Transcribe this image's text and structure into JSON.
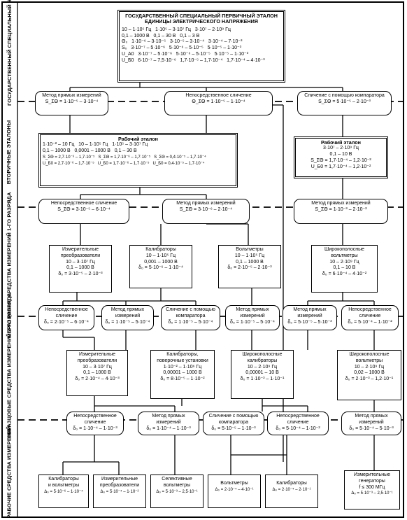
{
  "bands": [
    {
      "label": "ГОСУДАРСТВЕННЫЙ СПЕЦИАЛЬНЫЙ ЭТАЛОН"
    },
    {
      "label": "ВТОРИЧНЫЕ ЭТАЛОНЫ"
    },
    {
      "label": "ОБРАЗЦОВЫЕ СРЕДСТВА ИЗМЕРЕНИЙ 1-го РАЗРЯДА"
    },
    {
      "label": "ОБРАЗЦОВЫЕ СРЕДСТВА ИЗМЕРЕНИЙ 2-го РАЗРЯДА"
    },
    {
      "label": "РАБОЧИЕ СРЕДСТВА ИЗМЕРЕНИЙ"
    }
  ],
  "primary": {
    "title1": "ГОСУДАРСТВЕННЫЙ СПЕЦИАЛЬНЫЙ ПЕРВИЧНЫЙ ЭТАЛОН",
    "title2": "ЕДИНИЦЫ ЭЛЕКТРИЧЕСКОГО НАПРЯЖЕНИЯ",
    "rows": [
      "10 – 1·10⁵ Гц   1·10⁵ – 3·10⁷ Гц   3·10⁷ – 2·10⁹ Гц",
      "0,1 – 1000 В   0,1 – 30 В   0,1 – 3 В",
      "Θ₀   1·10⁻⁶ – 3·10⁻⁵   3·10⁻⁵ – 3·10⁻⁴   3·10⁻⁴ – 7·10⁻³",
      "S₀   3·10⁻⁷ – 5·10⁻⁶   5·10⁻⁶ – 5·10⁻⁵   5·10⁻⁵ – 1·10⁻³",
      "U_A0   3·10⁻⁷ – 5·10⁻⁶   5·10⁻⁶ – 5·10⁻⁵   5·10⁻⁵ – 1·10⁻³",
      "U_Б0   6·10⁻⁷ – 7,5·10⁻⁶   1,7·10⁻⁵ – 1,7·10⁻⁴   1,7·10⁻⁴ – 4·10⁻³"
    ]
  },
  "nodes": {
    "m1": {
      "title": "Метод прямых измерений",
      "value": "S_ΣΘ = 1·10⁻⁵ – 3·10⁻⁴"
    },
    "m2": {
      "title": "Непосредственное сличение",
      "value": "Θ_ΣΘ = 1·10⁻⁵ – 1·10⁻⁴"
    },
    "m3": {
      "title": "Сличение с помощью компаратора",
      "value": "S_ΣΘ = 5·10⁻⁵ – 2·10⁻³"
    },
    "s1": {
      "title": "Рабочий эталон",
      "lines": [
        "1·10⁻² – 10 Гц   10 – 1·10⁵ Гц   1·10⁵ – 3·10⁷ Гц",
        "0,1 – 1000 В   0,0001 – 1000 В   0,1 – 30 В",
        "S_ΣΘ = 2,7·10⁻⁶ – 1,7·10⁻⁵   S_ΣΘ = 1,7·10⁻⁶ – 1,7·10⁻⁵   S_ΣΘ = 0,4·10⁻⁵ – 1,7·10⁻⁴",
        "U_Б0 = 2,7·10⁻⁶ – 1,7·10⁻⁵   U_Б0 = 1,7·10⁻⁶ – 1,7·10⁻⁵   U_Б0 = 0,4·10⁻⁵ – 1,7·10⁻⁴"
      ]
    },
    "s2": {
      "title": "Рабочий эталон",
      "lines": [
        "3·10⁷ – 2·10⁹ Гц",
        "0,1 – 10 В",
        "S_ΣΘ = 1,7·10⁻⁴ – 1,2·10⁻²",
        "U_Б0 = 1,7·10⁻⁴ – 1,2·10⁻²"
      ]
    },
    "m4": {
      "title": "Непосредственное сличение",
      "value": "S_ΣΘ = 3·10⁻⁵ – 6·10⁻⁴"
    },
    "m5": {
      "title": "Метод прямых измерений",
      "value": "S_ΣΘ = 3·10⁻⁶ – 2·10⁻⁴"
    },
    "m6": {
      "title": "Метод прямых измерений",
      "value": "S_ΣΘ = 1·10⁻³ – 2·10⁻²"
    },
    "r1a": {
      "lines": [
        "Измерительные",
        "преобразователи",
        "10 – 3·10⁷ Гц",
        "0,1 – 1000 В",
        "δ₀ = 3·10⁻⁵ – 2·10⁻³"
      ]
    },
    "r1b": {
      "lines": [
        "Калибраторы",
        "10 – 1·10⁵ Гц",
        "0,001 – 1000 В",
        "δ₀ = 5·10⁻⁶ – 1·10⁻⁴"
      ]
    },
    "r1c": {
      "lines": [
        "Вольтметры",
        "10 – 1·10⁵ Гц",
        "0,1 – 1000 В",
        "δ₀ = 2·10⁻⁵ – 2·10⁻³"
      ]
    },
    "r1d": {
      "lines": [
        "Широкополосные",
        "вольтметры",
        "10 – 2·10⁹ Гц",
        "0,1 – 10 В",
        "δ₀ = 6·10⁻⁴ – 4·10⁻²"
      ]
    },
    "c1": {
      "lines": [
        "Непосредственное",
        "сличение"
      ],
      "value": "δ₀ = 2·10⁻⁵ – 6·10⁻⁴"
    },
    "c2": {
      "lines": [
        "Метод прямых",
        "измерений"
      ],
      "value": "δ₀ = 1·10⁻⁵ – 5·10⁻⁴"
    },
    "c3": {
      "lines": [
        "Сличение с помощью",
        "компаратора"
      ],
      "value": "δ₀ = 1·10⁻⁵ – 5·10⁻⁴"
    },
    "c4": {
      "lines": [
        "Метод прямых",
        "измерений"
      ],
      "value": "δ₀ = 1·10⁻⁵ – 5·10⁻⁴"
    },
    "c5": {
      "lines": [
        "Метод прямых",
        "измерений"
      ],
      "value": "δ₀ = 5·10⁻⁵ – 5·10⁻³"
    },
    "c6": {
      "lines": [
        "Непосредственное",
        "сличение"
      ],
      "value": "δ₀ = 5·10⁻⁴ – 1·10⁻²"
    },
    "r2a": {
      "lines": [
        "Измерительные",
        "преобразователи",
        "10 – 3·10⁷ Гц",
        "0,1 – 1000 В",
        "δ₀ = 2·10⁻⁴ – 4·10⁻³"
      ]
    },
    "r2b": {
      "lines": [
        "Калибраторы,",
        "поверочные установки",
        "1·10⁻² – 1·10⁶ Гц",
        "0,00001 – 1000 В",
        "δ₀ = 8·10⁻⁵ – 1·10⁻²"
      ]
    },
    "r2c": {
      "lines": [
        "Широкополосные",
        "калибраторы",
        "10 – 2·10⁹ Гц",
        "0,00001 – 10 В",
        "δ₀ = 1·10⁻³ – 1·10⁻¹"
      ]
    },
    "r2d": {
      "lines": [
        "Широкополосные",
        "вольтметры",
        "10 – 2·10⁹ Гц",
        "0,02 – 1000 В",
        "δ₀ = 2·10⁻³ – 1,2·10⁻¹"
      ]
    },
    "d1": {
      "lines": [
        "Непосредственное",
        "сличение"
      ],
      "value": "δ₀ = 1·10⁻⁴ – 1·10⁻³"
    },
    "d2": {
      "lines": [
        "Метод прямых",
        "измерений"
      ],
      "value": "δ₀ = 1·10⁻⁴ – 1·10⁻³"
    },
    "d3": {
      "lines": [
        "Сличение с помощью",
        "компаратора"
      ],
      "value": "δ₀ = 5·10⁻⁵ – 1·10⁻³"
    },
    "d4": {
      "lines": [
        "Непосредственное",
        "сличение"
      ],
      "value": "δ₀ = 5·10⁻⁴ – 1·10⁻²"
    },
    "d5": {
      "lines": [
        "Метод прямых",
        "измерений"
      ],
      "value": "δ₀ = 5·10⁻⁴ – 5·10⁻³"
    },
    "w1": {
      "lines": [
        "Калибраторы",
        "и вольтметры",
        "Δ₀ = 5·10⁻⁶ – 1·10⁻⁴"
      ]
    },
    "w2": {
      "lines": [
        "Измерительные",
        "преобразователи",
        "Δ₀ = 5·10⁻⁴ – 1·10⁻²"
      ]
    },
    "w3": {
      "lines": [
        "Селективные",
        "вольтметры",
        "Δ₀ = 5·10⁻³ – 2,5·10⁻¹"
      ]
    },
    "w4": {
      "lines": [
        "Вольтметры",
        "Δ₀ = 2·10⁻⁴ – 4·10⁻¹"
      ]
    },
    "w5": {
      "lines": [
        "Калибраторы",
        "Δ₀ = 2·10⁻⁴ – 2·10⁻¹"
      ]
    },
    "w6": {
      "lines": [
        "Измерительные",
        "генераторы",
        "f ≤ 300 МГц",
        "Δ₀ = 5·10⁻³ – 2,5·10⁻¹"
      ]
    }
  }
}
